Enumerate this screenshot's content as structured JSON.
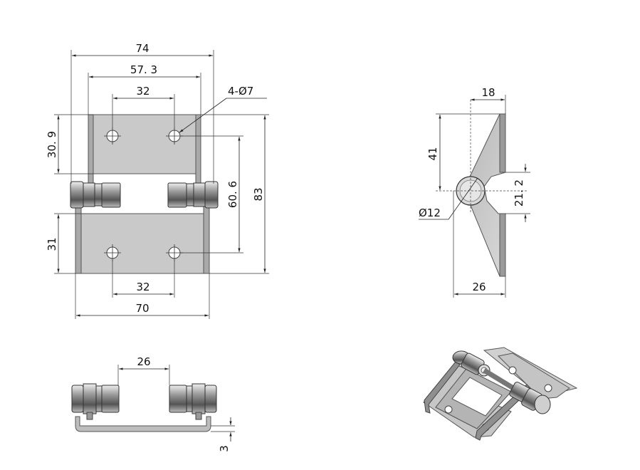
{
  "front_view": {
    "dim_top_overall": "74",
    "dim_upper_plate": "57. 3",
    "dim_upper_holes": "32",
    "dim_hole_spec": "4-Ø7",
    "dim_upper_height": "30. 9",
    "dim_lower_height": "31",
    "dim_hole_vertical": "60. 6",
    "dim_overall_height": "83",
    "dim_lower_holes": "32",
    "dim_bottom_overall": "70"
  },
  "side_view": {
    "dim_top_width": "18",
    "dim_upper_height": "41",
    "dim_pin_offset": "21. 2",
    "dim_pin_diameter": "Ø12",
    "dim_bottom_width": "26"
  },
  "bottom_view": {
    "dim_gap": "26",
    "dim_thickness": "3"
  },
  "iso_view": {}
}
